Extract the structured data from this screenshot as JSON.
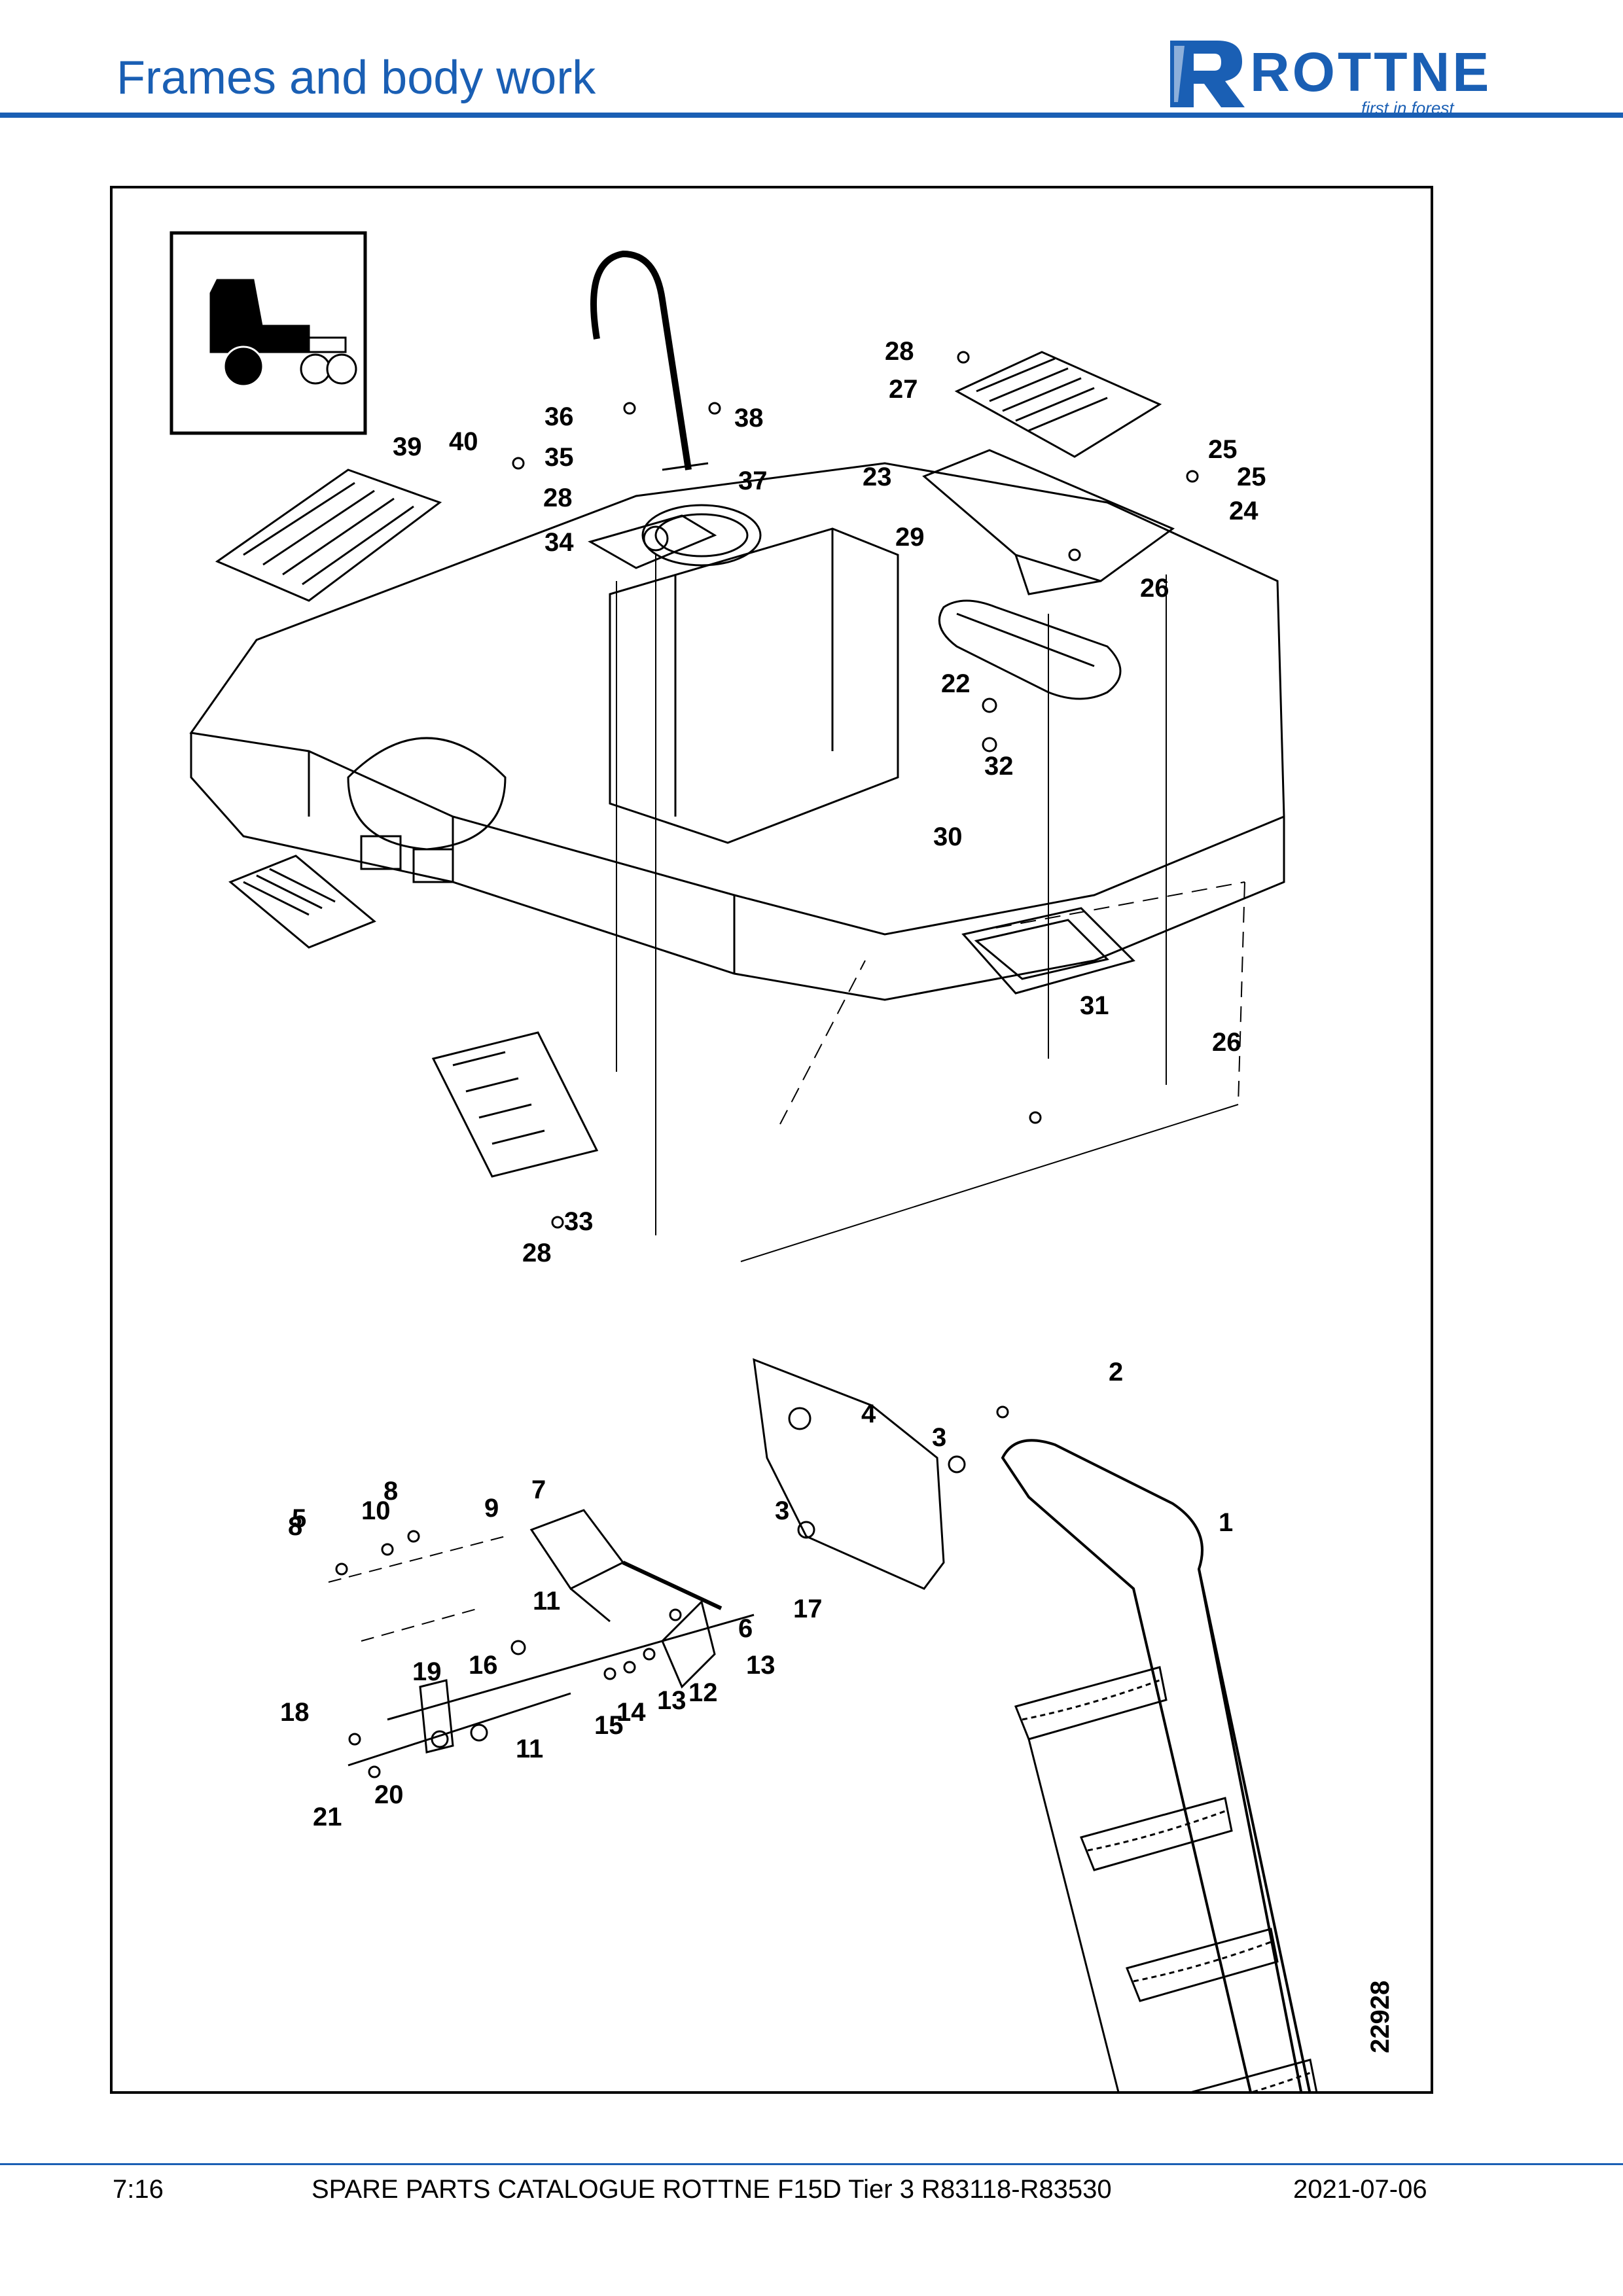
{
  "header": {
    "title": "Frames and body work",
    "logo_word": "ROTTNE",
    "logo_tagline": "first in forest",
    "brand_color": "#1a5fb4"
  },
  "figure": {
    "drawing_number": "22928",
    "part_labels": [
      "28",
      "27",
      "36",
      "38",
      "39",
      "40",
      "35",
      "37",
      "25",
      "23",
      "25",
      "28",
      "24",
      "34",
      "29",
      "26",
      "22",
      "32",
      "30",
      "31",
      "26",
      "33",
      "28",
      "2",
      "4",
      "3",
      "8",
      "10",
      "5",
      "7",
      "9",
      "8",
      "1",
      "3",
      "11",
      "17",
      "6",
      "16",
      "19",
      "13",
      "12",
      "13",
      "14",
      "15",
      "18",
      "11",
      "20",
      "21"
    ]
  },
  "footer": {
    "page": "7:16",
    "catalogue": "SPARE PARTS CATALOGUE ROTTNE F15D Tier 3 R83118-R83530",
    "date": "2021-07-06"
  }
}
